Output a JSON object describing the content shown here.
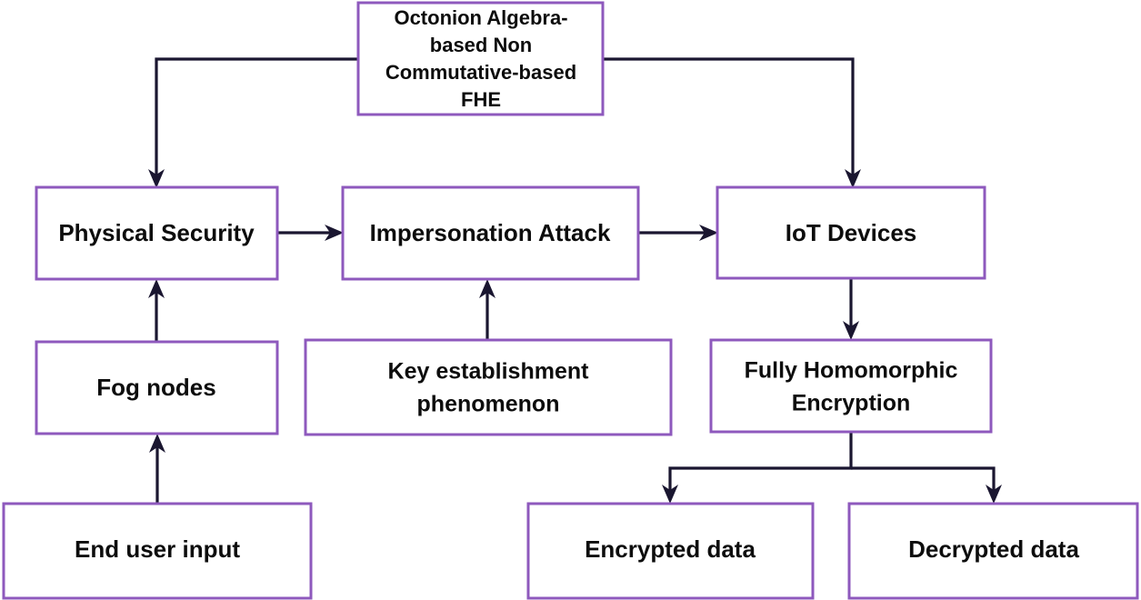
{
  "diagram": {
    "title": "Octonion Algebra-based Non Commutative-based FHE architecture flow",
    "colors": {
      "box_border": "#8e59bd",
      "connector": "#1a1630",
      "text": "#0d0d0d",
      "background": "#ffffff"
    },
    "nodes": [
      {
        "id": "fhe-root",
        "lines": [
          "Octonion Algebra-",
          "based Non",
          "Commutative-based",
          "FHE"
        ]
      },
      {
        "id": "physical-security",
        "lines": [
          "Physical Security"
        ]
      },
      {
        "id": "impersonation-attack",
        "lines": [
          "Impersonation Attack"
        ]
      },
      {
        "id": "iot-devices",
        "lines": [
          "IoT Devices"
        ]
      },
      {
        "id": "fog-nodes",
        "lines": [
          "Fog nodes"
        ]
      },
      {
        "id": "key-establishment",
        "lines": [
          "Key establishment",
          "phenomenon"
        ]
      },
      {
        "id": "fully-homomorphic-encryption",
        "lines": [
          "Fully Homomorphic",
          "Encryption"
        ]
      },
      {
        "id": "end-user-input",
        "lines": [
          "End user input"
        ]
      },
      {
        "id": "encrypted-data",
        "lines": [
          "Encrypted data"
        ]
      },
      {
        "id": "decrypted-data",
        "lines": [
          "Decrypted data"
        ]
      }
    ],
    "edges": [
      {
        "id": "fhe-root-to-physical-security",
        "from": "fhe-root",
        "to": "physical-security"
      },
      {
        "id": "fhe-root-to-iot-devices",
        "from": "fhe-root",
        "to": "iot-devices"
      },
      {
        "id": "physical-security-to-impersonation-attack",
        "from": "physical-security",
        "to": "impersonation-attack"
      },
      {
        "id": "impersonation-attack-to-iot-devices",
        "from": "impersonation-attack",
        "to": "iot-devices"
      },
      {
        "id": "fog-nodes-to-physical-security",
        "from": "fog-nodes",
        "to": "physical-security"
      },
      {
        "id": "key-establishment-to-impersonation-attack",
        "from": "key-establishment",
        "to": "impersonation-attack"
      },
      {
        "id": "end-user-input-to-fog-nodes",
        "from": "end-user-input",
        "to": "fog-nodes"
      },
      {
        "id": "iot-devices-to-fully-homomorphic-encryption",
        "from": "iot-devices",
        "to": "fully-homomorphic-encryption"
      },
      {
        "id": "fully-homomorphic-encryption-to-encrypted-data",
        "from": "fully-homomorphic-encryption",
        "to": "encrypted-data"
      },
      {
        "id": "fully-homomorphic-encryption-to-decrypted-data",
        "from": "fully-homomorphic-encryption",
        "to": "decrypted-data"
      }
    ]
  }
}
